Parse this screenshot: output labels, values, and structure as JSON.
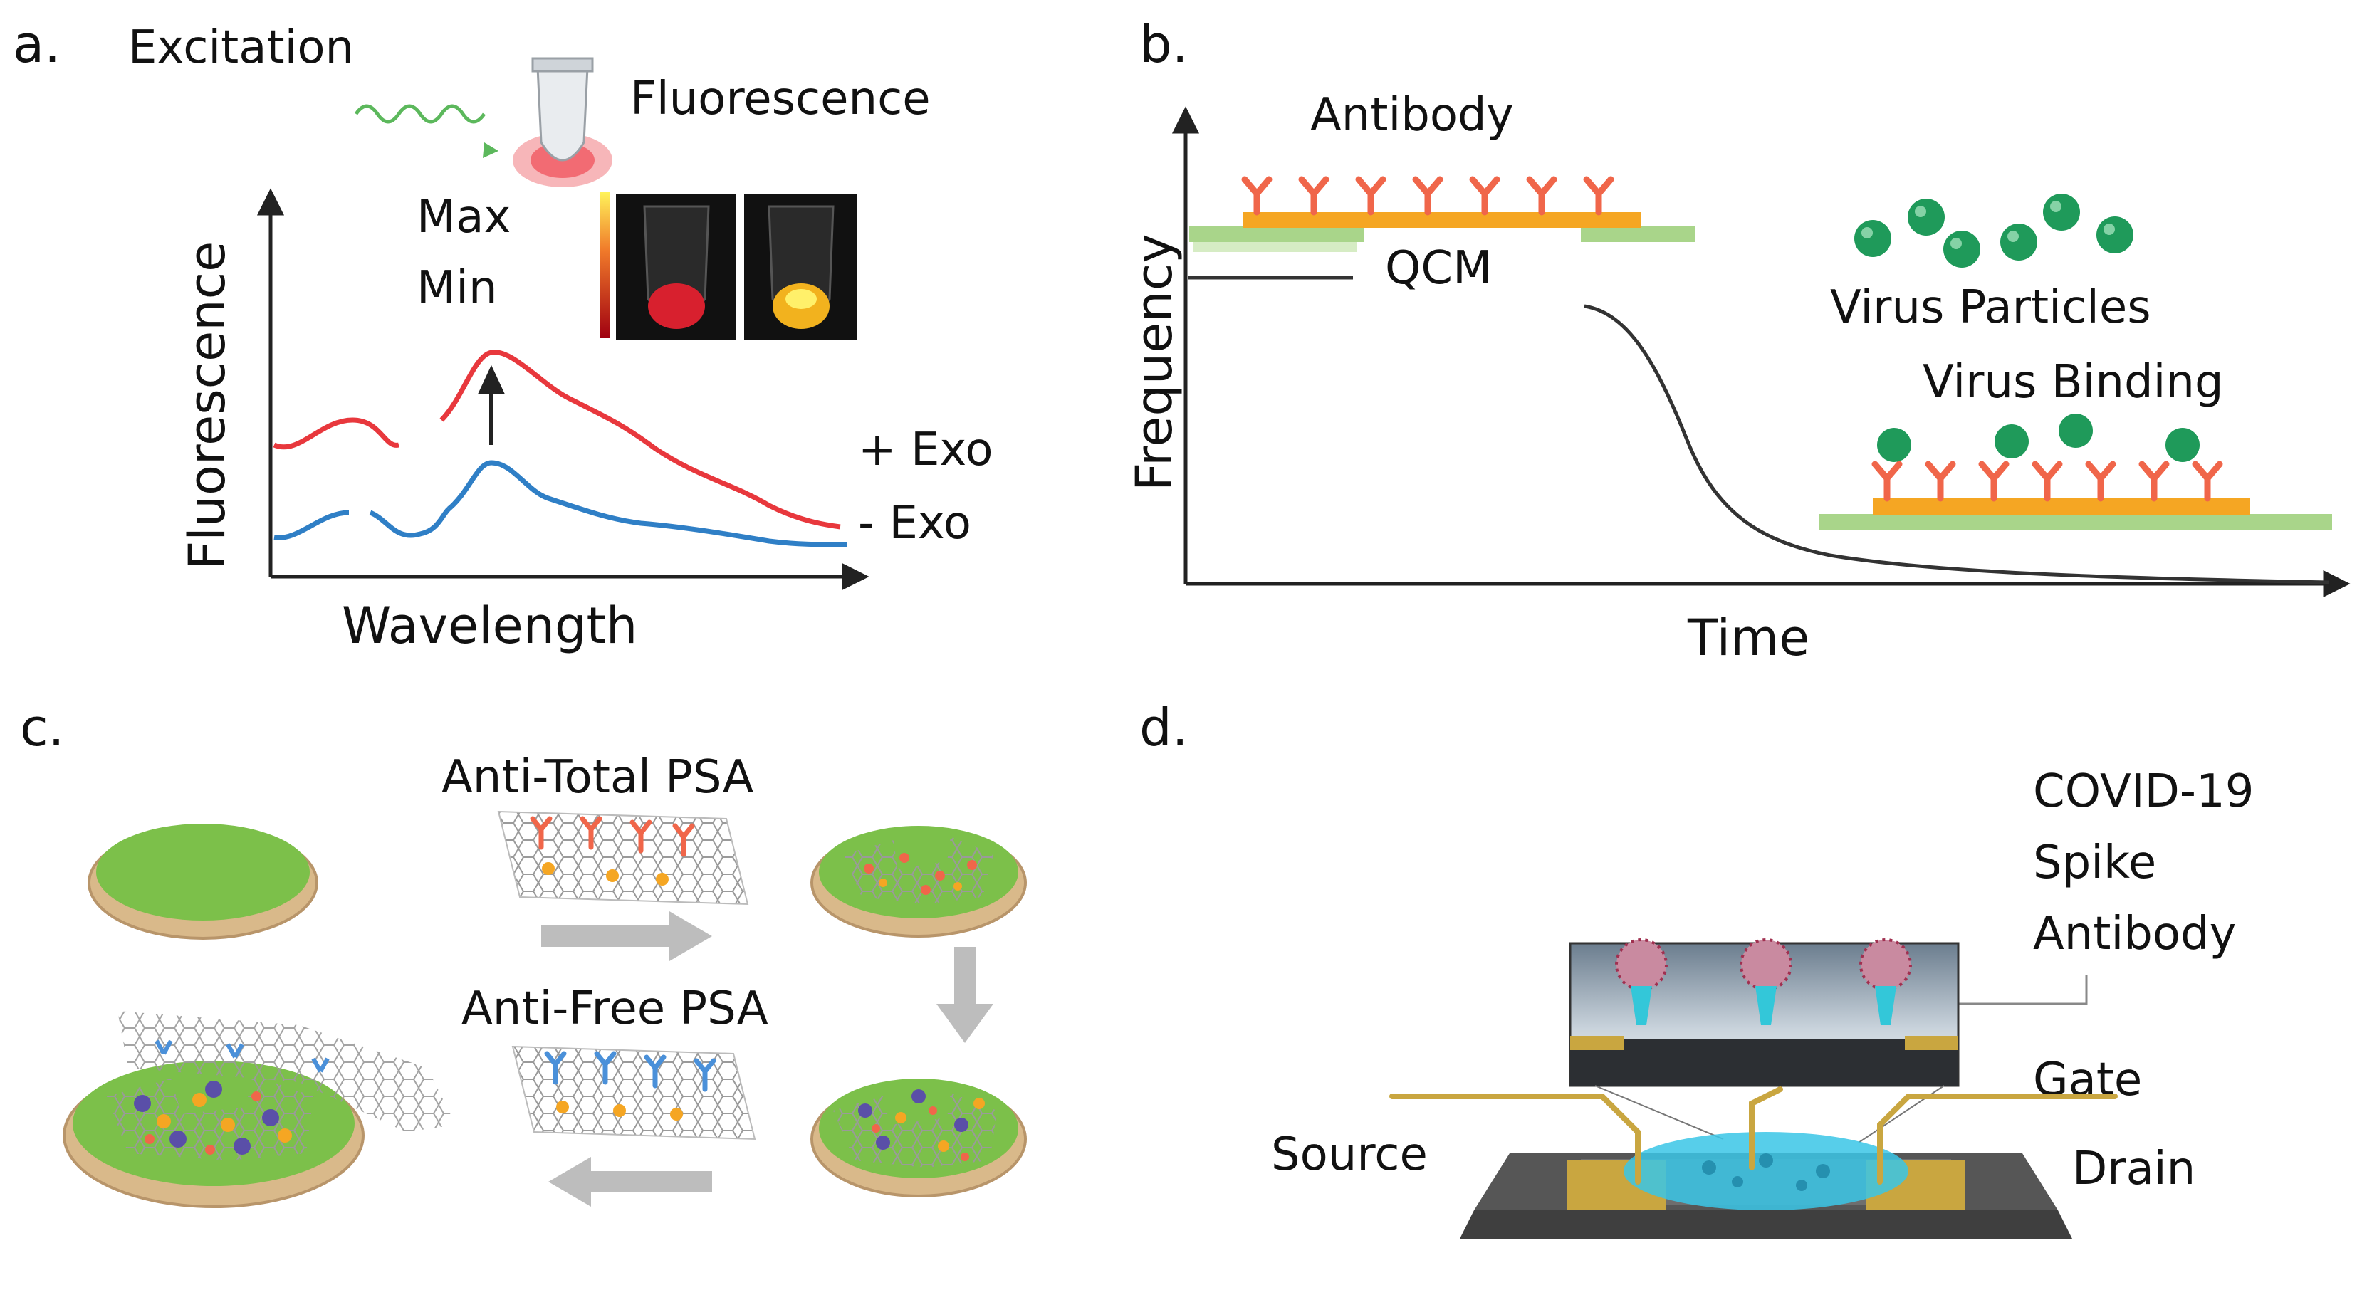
{
  "panels": {
    "a": {
      "letter": "a.",
      "excitation": "Excitation",
      "fluorescence_title": "Fluorescence",
      "max": "Max",
      "min": "Min",
      "y_axis": "Fluorescence",
      "x_axis": "Wavelength",
      "plus_exo": "+ Exo",
      "minus_exo": "-  Exo",
      "colors": {
        "plus": "#e8383d",
        "minus": "#2f7fc6",
        "excitation": "#5cb85c"
      }
    },
    "b": {
      "letter": "b.",
      "antibody": "Antibody",
      "qcm": "QCM",
      "y_axis": "Frequency",
      "x_axis": "Time",
      "virus_particles": "Virus Particles",
      "virus_binding": "Virus Binding",
      "colors": {
        "antibody": "#f0664a",
        "base": "#f5a623",
        "substrate": "#a9d58a",
        "virus": "#1f9a5a"
      }
    },
    "c": {
      "letter": "c.",
      "anti_total": "Anti-Total PSA",
      "anti_free": "Anti-Free PSA",
      "colors": {
        "disk_top": "#7cc04a",
        "disk_rim": "#d9b98a",
        "arrow": "#bdbdbd",
        "total_ab": "#f0664a",
        "free_ab": "#4a90d9"
      }
    },
    "d": {
      "letter": "d.",
      "antibody_lines": [
        "COVID-19",
        "Spike",
        "Antibody"
      ],
      "gate": "Gate",
      "source": "Source",
      "drain": "Drain",
      "colors": {
        "liquid": "#39c6e6",
        "gold": "#c9a640",
        "chip": "#4a4a4a"
      }
    }
  }
}
